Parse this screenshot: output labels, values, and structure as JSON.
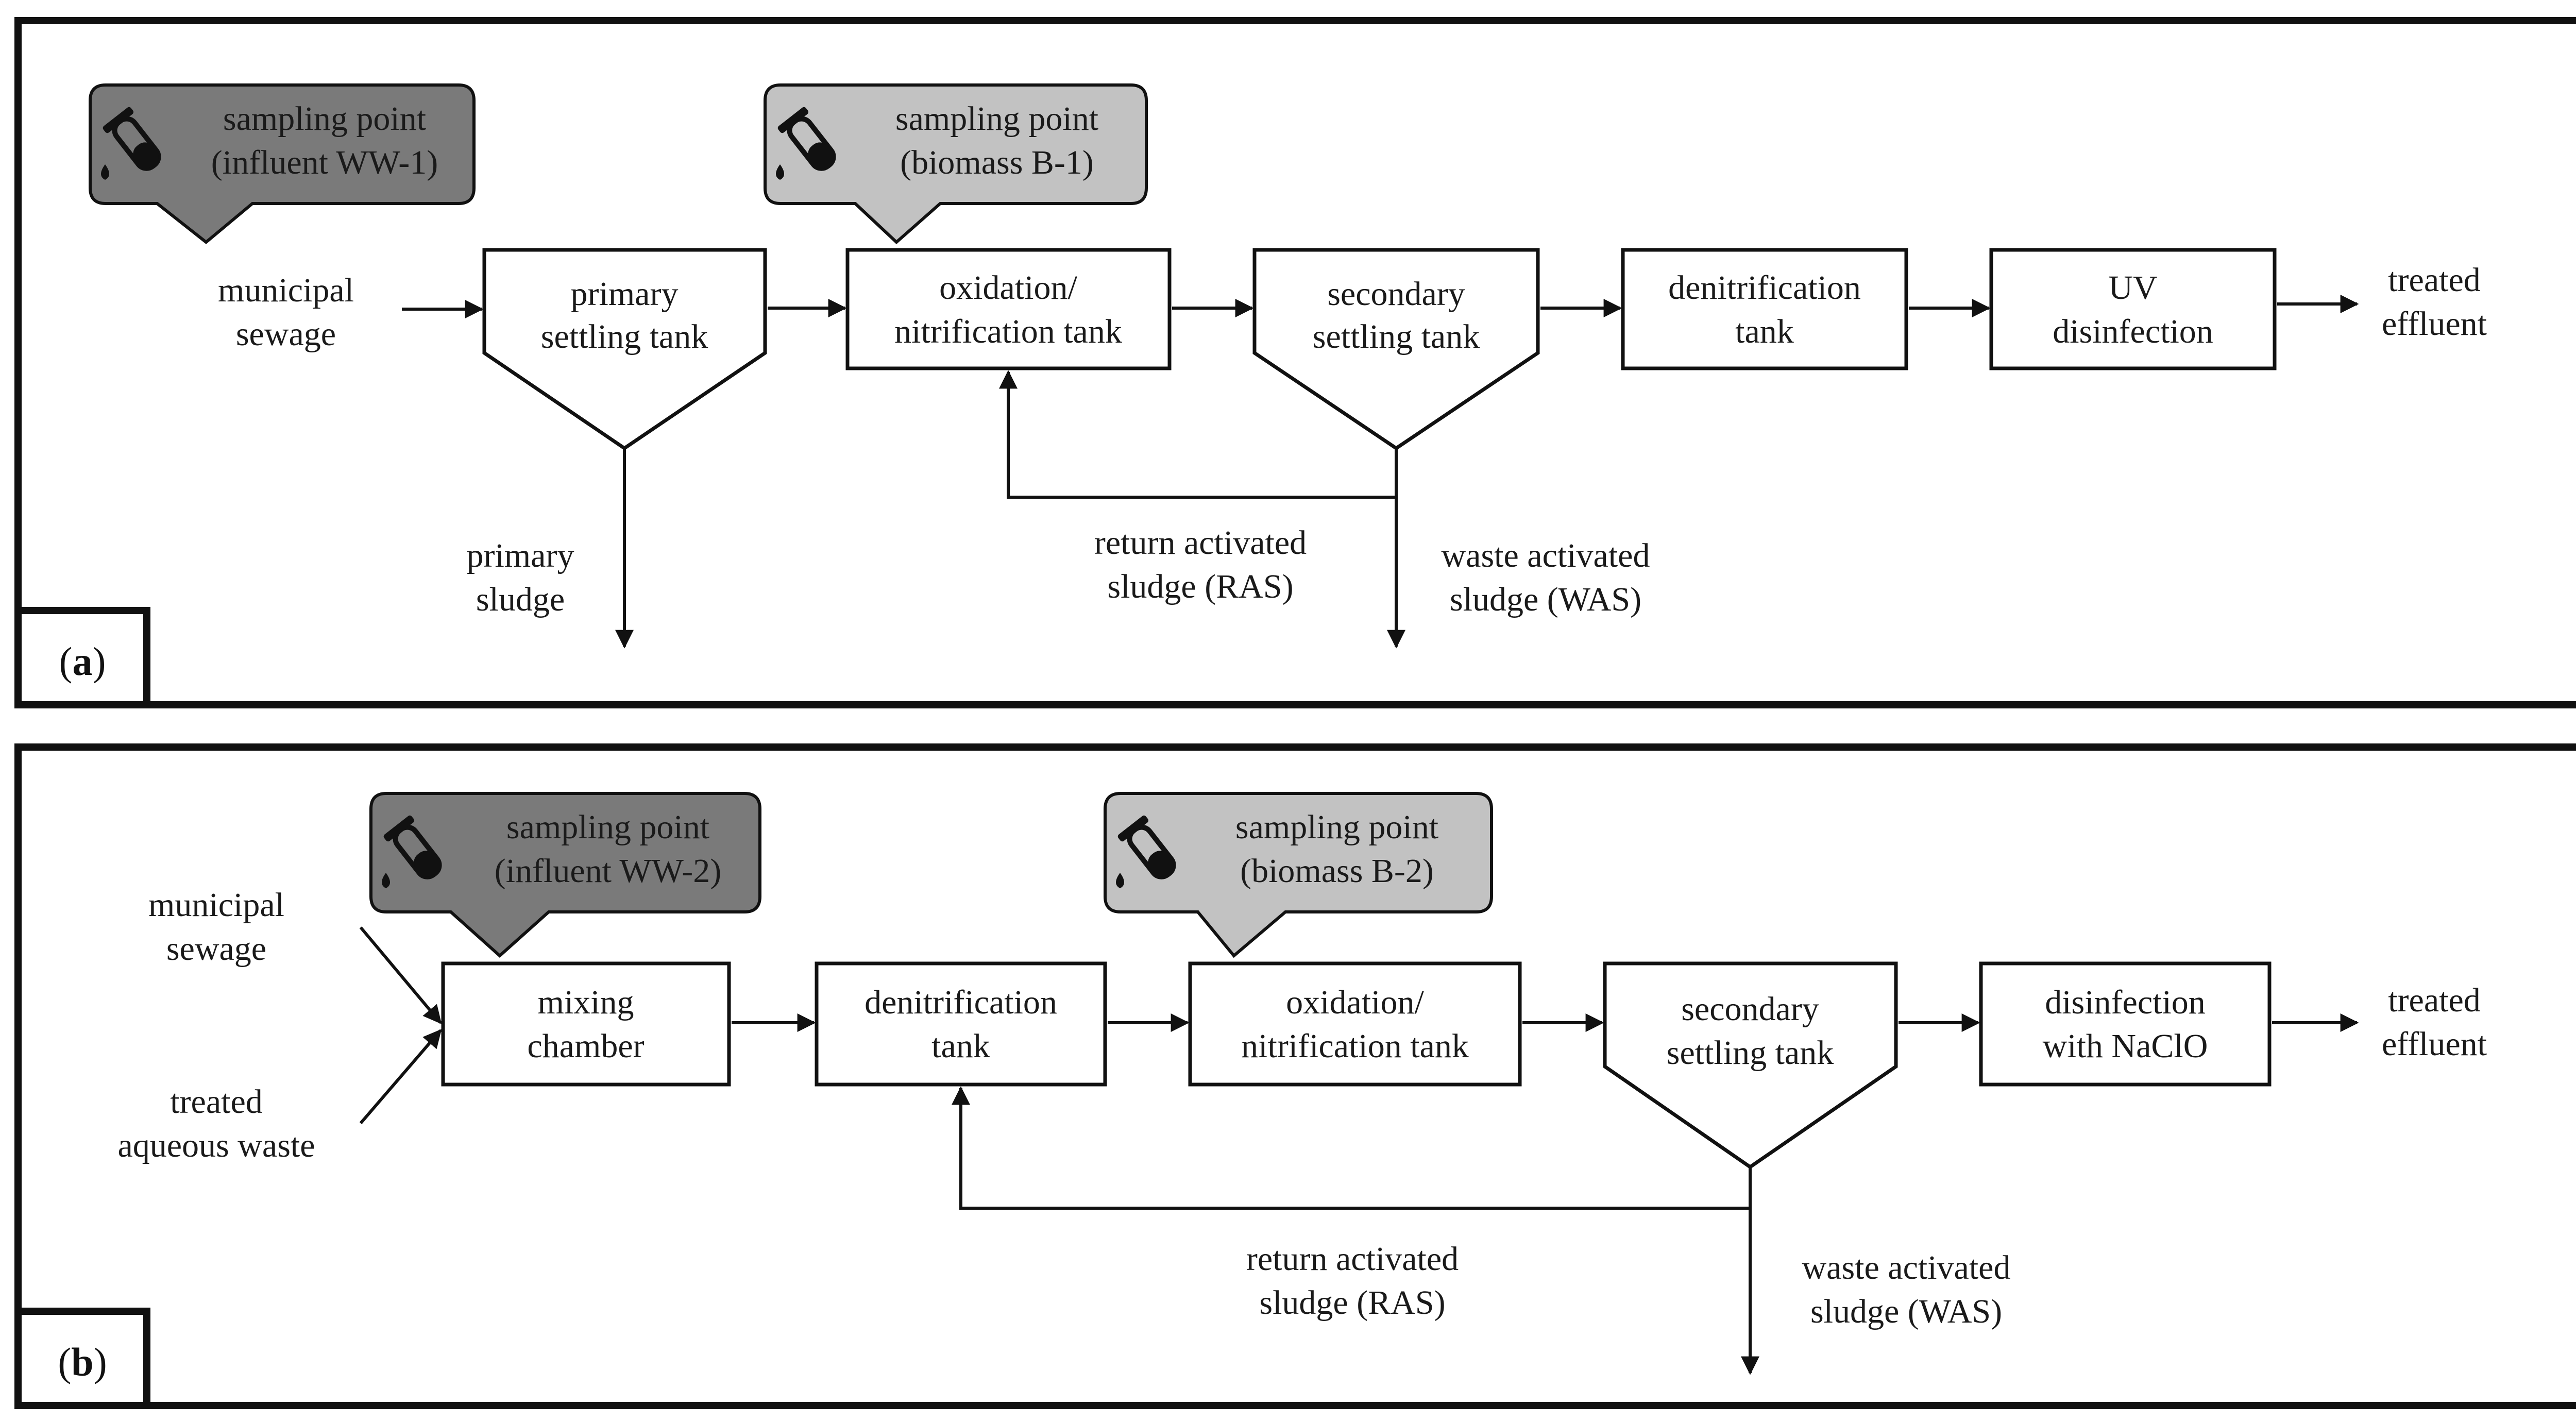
{
  "colors": {
    "dark_callout": "#7a7a7a",
    "light_callout": "#c2c2c2",
    "line": "#111111"
  },
  "icons": [
    "test-tube-icon"
  ],
  "panel_a": {
    "label_open": "(",
    "label_letter": "a",
    "label_close": ")",
    "callout_1": [
      "sampling point",
      "(influent WW-1)"
    ],
    "callout_2": [
      "sampling point",
      "(biomass B-1)"
    ],
    "input": [
      "municipal",
      "sewage"
    ],
    "primary_settling": [
      "primary",
      "settling tank"
    ],
    "oxidation": [
      "oxidation/",
      "nitrification tank"
    ],
    "secondary_settling": [
      "secondary",
      "settling tank"
    ],
    "denitrification": [
      "denitrification",
      "tank"
    ],
    "uv": [
      "UV",
      "disinfection"
    ],
    "output": [
      "treated",
      "effluent"
    ],
    "primary_sludge": [
      "primary",
      "sludge"
    ],
    "ras": [
      "return activated",
      "sludge (RAS)"
    ],
    "was": [
      "waste activated",
      "sludge (WAS)"
    ]
  },
  "panel_b": {
    "label_open": "(",
    "label_letter": "b",
    "label_close": ")",
    "callout_1": [
      "sampling point",
      "(influent WW-2)"
    ],
    "callout_2": [
      "sampling point",
      "(biomass B-2)"
    ],
    "input_1": [
      "municipal",
      "sewage"
    ],
    "input_2": [
      "treated",
      "aqueous waste"
    ],
    "mixing": [
      "mixing",
      "chamber"
    ],
    "denitrification": [
      "denitrification",
      "tank"
    ],
    "oxidation": [
      "oxidation/",
      "nitrification tank"
    ],
    "secondary_settling": [
      "secondary",
      "settling tank"
    ],
    "disinfection": [
      "disinfection",
      "with NaClO"
    ],
    "output": [
      "treated",
      "effluent"
    ],
    "ras": [
      "return activated",
      "sludge (RAS)"
    ],
    "was": [
      "waste activated",
      "sludge (WAS)"
    ]
  }
}
